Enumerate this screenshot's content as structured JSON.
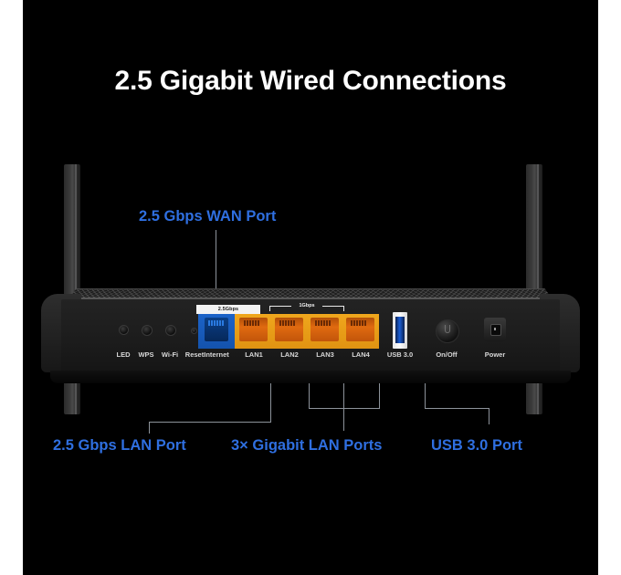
{
  "headline": "2.5 Gigabit Wired Connections",
  "colors": {
    "background": "#000000",
    "page_margin": "#ffffff",
    "headline": "#ffffff",
    "annotation": "#2f6fe0",
    "wan_port": "#1c63c8",
    "lan_panel": "#f0a71d",
    "lan_jack": "#e06a10",
    "usb_blue": "#1b5fd6",
    "leader_line": "#8d939b"
  },
  "annotations": [
    {
      "id": "wan",
      "text": "2.5 Gbps WAN Port"
    },
    {
      "id": "lan25",
      "text": "2.5 Gbps LAN Port"
    },
    {
      "id": "gigabit3",
      "text": "3× Gigabit LAN Ports"
    },
    {
      "id": "usb",
      "text": "USB 3.0 Port"
    }
  ],
  "router": {
    "speed_badge_wan": "2.5Gbps",
    "speed_bracket_lan": "1Gbps",
    "buttons": [
      {
        "id": "led",
        "label": "LED"
      },
      {
        "id": "wps",
        "label": "WPS"
      },
      {
        "id": "wifi",
        "label": "Wi-Fi"
      },
      {
        "id": "reset",
        "label": "Reset"
      }
    ],
    "ports": [
      {
        "id": "internet",
        "label": "Internet",
        "type": "rj45-wan",
        "color": "#1c63c8"
      },
      {
        "id": "lan1",
        "label": "LAN1",
        "type": "rj45-lan",
        "color": "#e06a10"
      },
      {
        "id": "lan2",
        "label": "LAN2",
        "type": "rj45-lan",
        "color": "#e06a10"
      },
      {
        "id": "lan3",
        "label": "LAN3",
        "type": "rj45-lan",
        "color": "#e06a10"
      },
      {
        "id": "lan4",
        "label": "LAN4",
        "type": "rj45-lan",
        "color": "#e06a10"
      },
      {
        "id": "usb",
        "label": "USB 3.0",
        "type": "usb-a",
        "color": "#1b5fd6"
      },
      {
        "id": "onoff",
        "label": "On/Off",
        "type": "button",
        "color": "#1a1a1a"
      },
      {
        "id": "power",
        "label": "Power",
        "type": "dc-jack",
        "color": "#1a1a1a"
      }
    ]
  }
}
